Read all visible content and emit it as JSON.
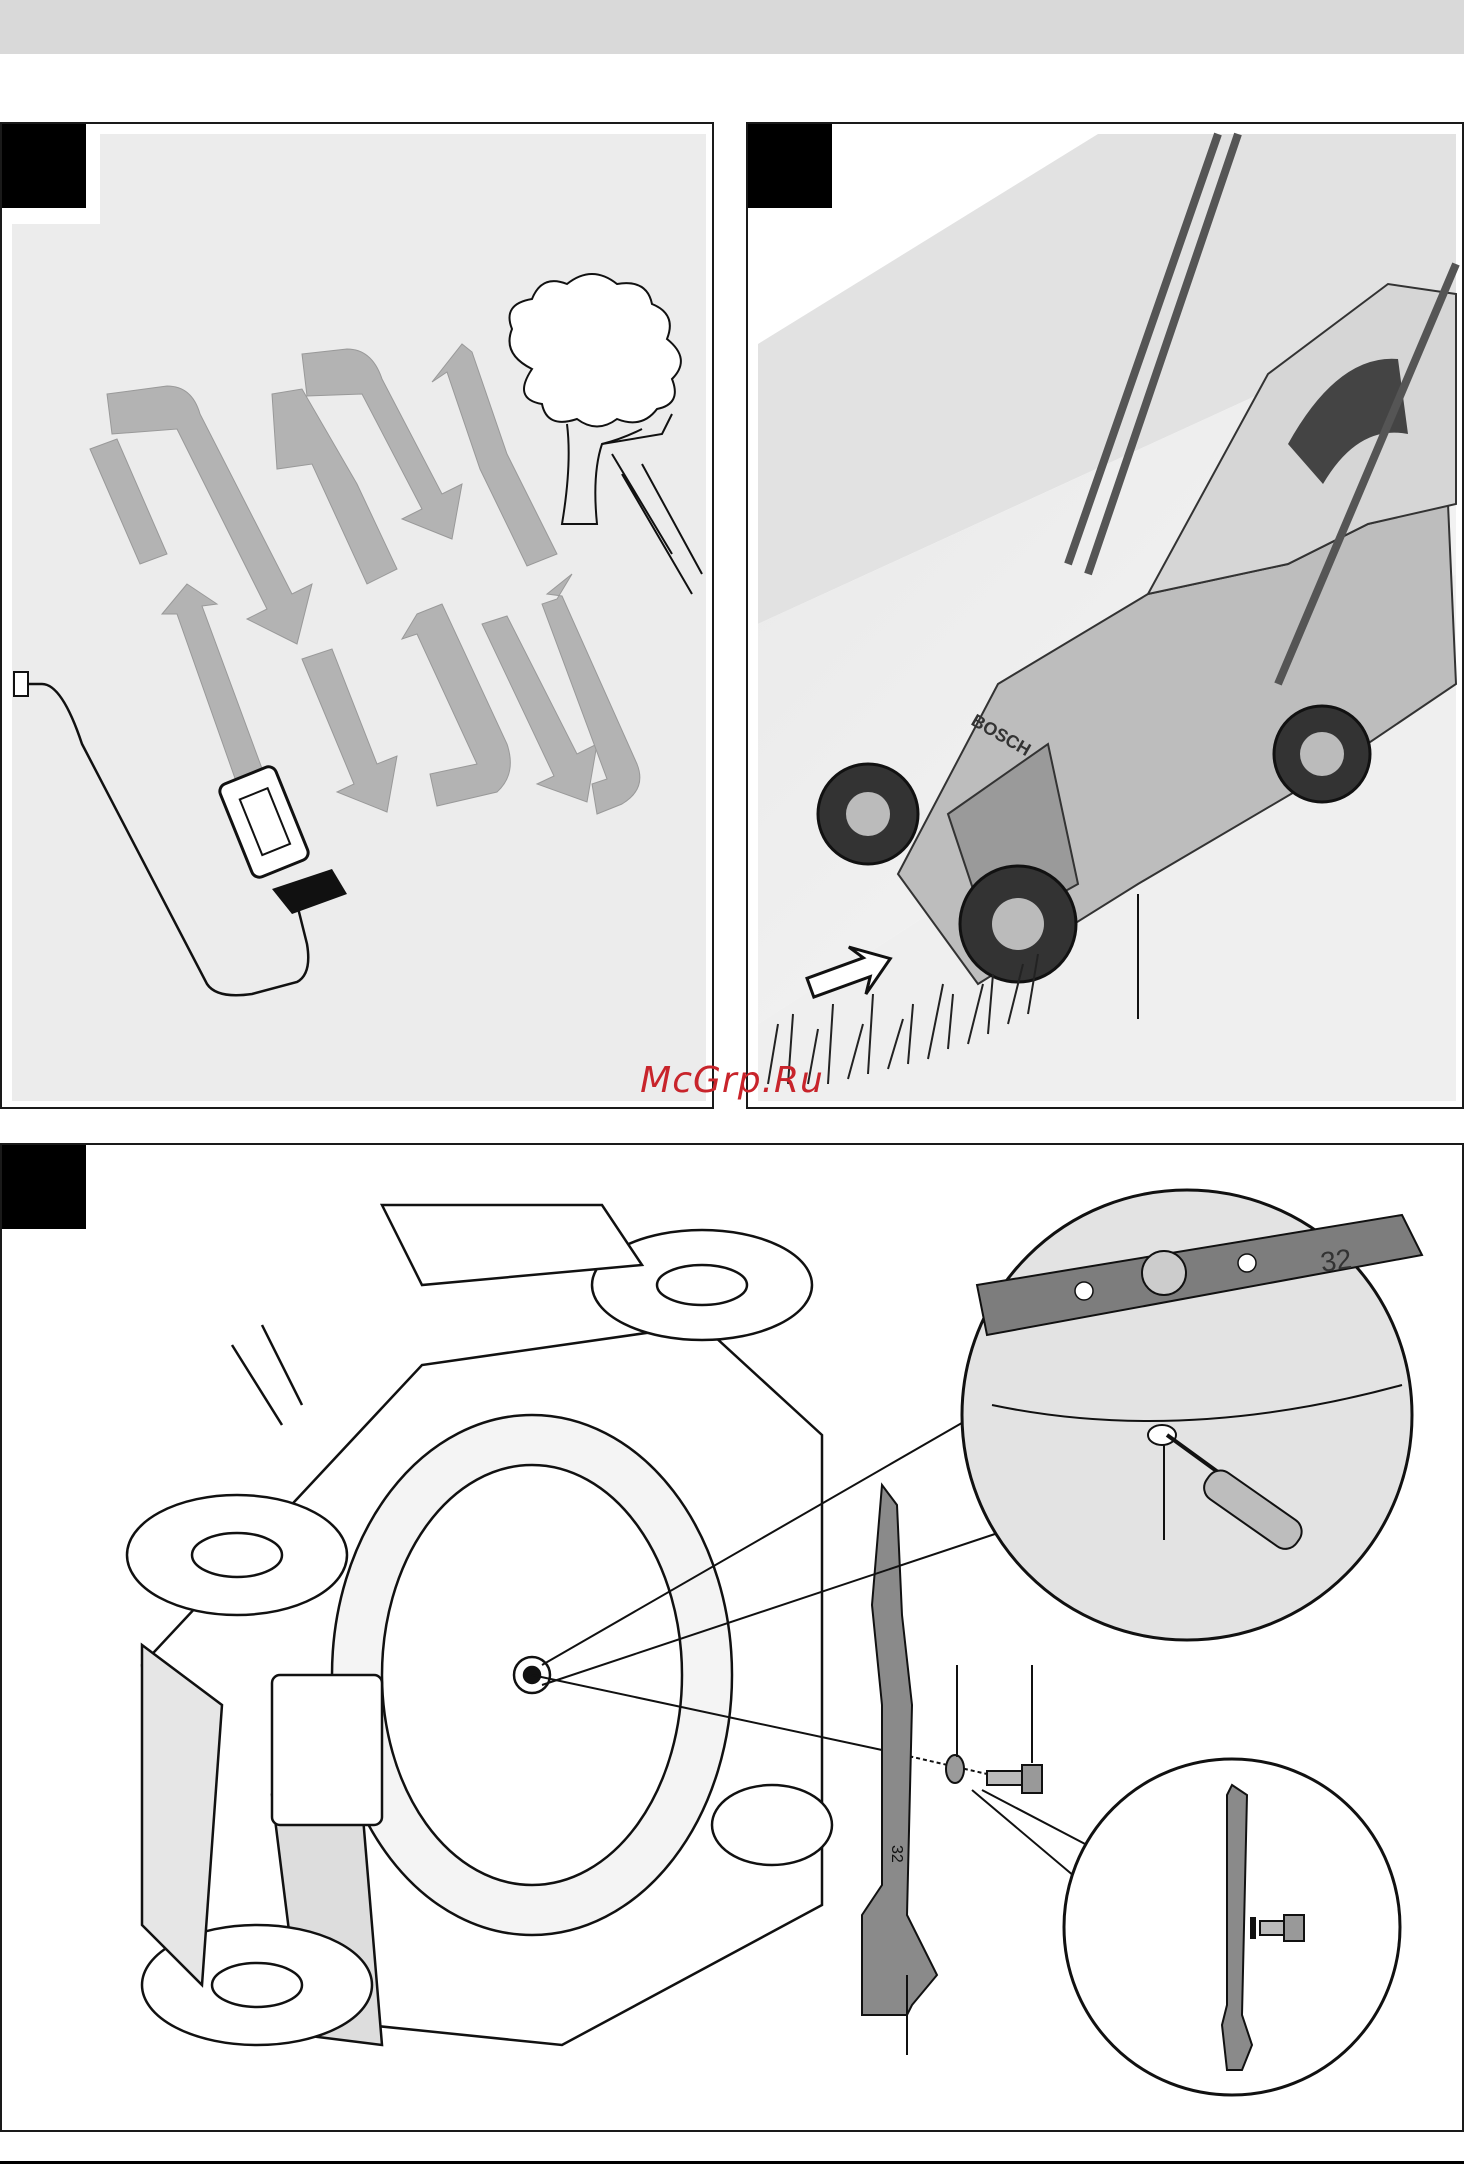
{
  "header": {
    "band_color": "#d9d9d9"
  },
  "watermark": {
    "text": "McGrp.Ru",
    "color": "#c8242b"
  },
  "figures": [
    {
      "id": "fig-a",
      "caption": ""
    },
    {
      "id": "fig-b",
      "brand": "BOSCH"
    },
    {
      "id": "fig-c",
      "blade_number": "32"
    }
  ],
  "colors": {
    "panel_bg": "#ececec",
    "arrow_fill": "#b3b3b3",
    "tab": "#000000",
    "blade": "#8a8a8a"
  }
}
